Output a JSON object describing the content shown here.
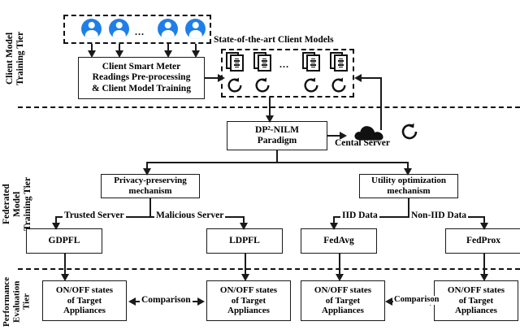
{
  "tiers": [
    {
      "id": "client-model-training",
      "label": "Client Model\nTraining Tier"
    },
    {
      "id": "federated-model-training",
      "label": "Federated\nModel\nTraining Tier"
    },
    {
      "id": "performance-evaluation",
      "label": "Performance\nEvaluation\nTier"
    }
  ],
  "client_tier": {
    "clients_group": {
      "icon": "person-icon",
      "count": 4,
      "ellipsis": "..."
    },
    "processing_box": {
      "line1": "Client Smart Meter",
      "line2": "Readings Pre-processing",
      "line3": "& Client Model Training"
    },
    "client_models_group": {
      "title": "State-of-the-art Client Models",
      "count": 4,
      "ellipsis": "...",
      "doc_icon": "document-stack-icon",
      "refresh_icon": "refresh-arrow-icon"
    }
  },
  "federated_tier": {
    "paradigm_box": {
      "line1": "DP²-NILM",
      "line2": "Paradigm"
    },
    "server": {
      "icon": "cloud-icon",
      "label": "Cental Server",
      "sync_icon": "refresh-arrow-icon"
    },
    "mechanisms": [
      {
        "id": "privacy",
        "line1": "Privacy-preserving",
        "line2": "mechanism"
      },
      {
        "id": "utility",
        "line1": "Utility optimization",
        "line2": "mechanism"
      }
    ],
    "edge_labels": [
      {
        "id": "trusted-server",
        "text": "Trusted Server"
      },
      {
        "id": "malicious-server",
        "text": "Malicious Server"
      },
      {
        "id": "iid-data",
        "text": "IID Data"
      },
      {
        "id": "non-iid-data",
        "text": "Non-IID Data"
      }
    ],
    "algorithms": [
      {
        "id": "gdpfl",
        "label": "GDPFL"
      },
      {
        "id": "ldpfl",
        "label": "LDPFL"
      },
      {
        "id": "fedavg",
        "label": "FedAvg"
      },
      {
        "id": "fedprox",
        "label": "FedProx"
      }
    ]
  },
  "evaluation_tier": {
    "result_box": {
      "line1": "ON/OFF states",
      "line2": "of Target",
      "line3": "Appliances"
    },
    "results": [
      {
        "id": "result-gdpfl"
      },
      {
        "id": "result-ldpfl"
      },
      {
        "id": "result-fedavg"
      },
      {
        "id": "result-fedprox"
      }
    ],
    "comparisons": [
      {
        "id": "comparison-privacy",
        "text": "Comparison"
      },
      {
        "id": "comparison-utility",
        "text": "Comparison"
      }
    ]
  },
  "colors": {
    "client_blue": "#1f7fe8",
    "stroke": "#1a1a1a",
    "background": "#ffffff"
  }
}
